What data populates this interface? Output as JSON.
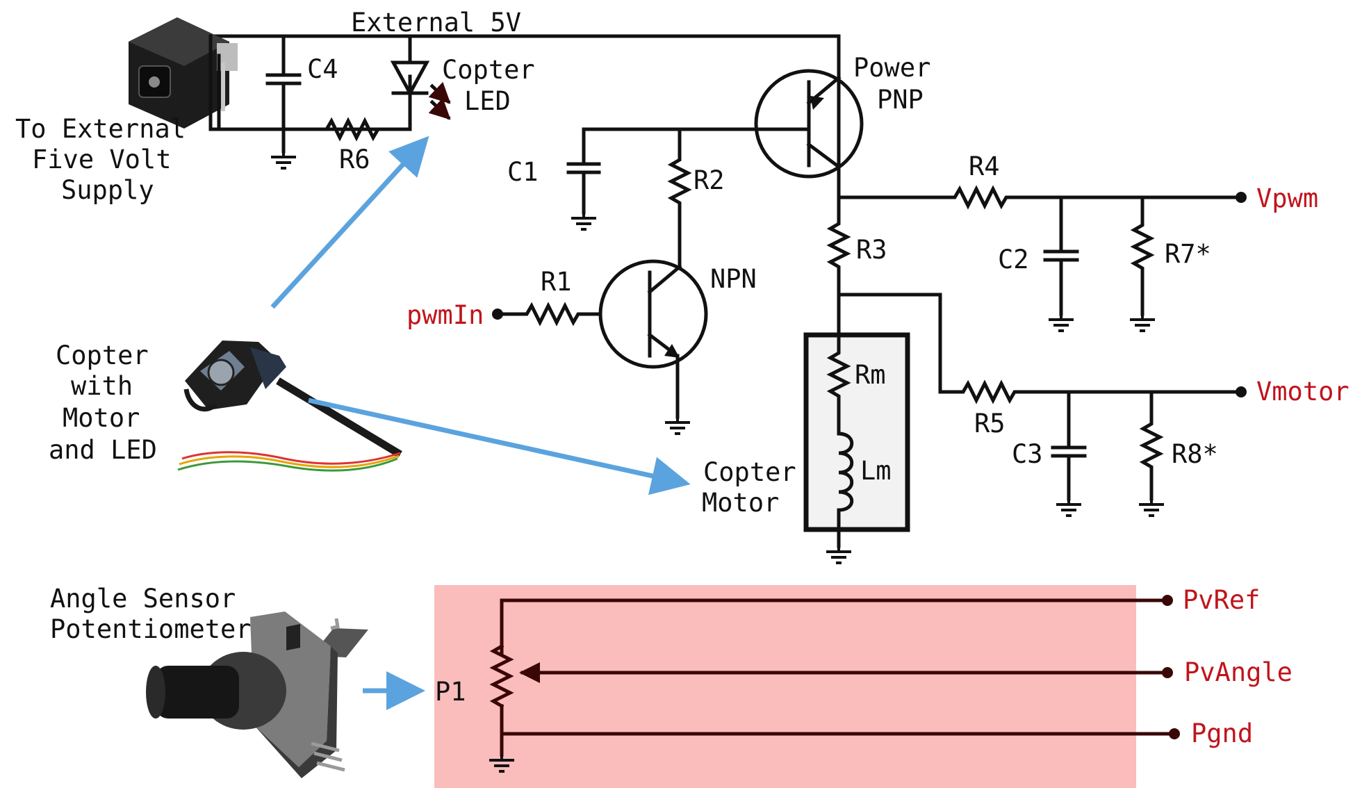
{
  "colors": {
    "wire": "#111111",
    "signal_label": "#c0141c",
    "pointer_arrow": "#5ba3de",
    "pot_panel": "#fbbcbc",
    "pot_wire": "#3a0707",
    "motor_box_fill": "#f2f2f2"
  },
  "labels": {
    "external_5v": "External 5V",
    "copter_led": [
      "Copter",
      "LED"
    ],
    "power_pnp": [
      "Power",
      "PNP"
    ],
    "npn": "NPN",
    "c1": "C1",
    "c2": "C2",
    "c3": "C3",
    "c4": "C4",
    "r1": "R1",
    "r2": "R2",
    "r3": "R3",
    "r4": "R4",
    "r5": "R5",
    "r6": "R6",
    "r7": "R7*",
    "r8": "R8*",
    "rm": "Rm",
    "lm": "Lm",
    "p1": "P1",
    "copter_motor": [
      "Copter",
      "Motor"
    ],
    "supply": [
      "To External",
      "Five Volt",
      "Supply"
    ],
    "copter_with_motor": [
      "Copter",
      "with",
      "Motor",
      "and LED"
    ],
    "angle_sensor": [
      "Angle Sensor",
      "Potentiometer"
    ]
  },
  "signals": {
    "pwm_in": "pwmIn",
    "v_pwm": "Vpwm",
    "v_motor": "Vmotor",
    "pv_ref": "PvRef",
    "pv_angle": "PvAngle",
    "p_gnd": "Pgnd"
  },
  "icons": [
    "dc-barrel-jack-photo",
    "copter-motor-photo",
    "potentiometer-photo",
    "ground-symbol",
    "led-symbol",
    "pnp-transistor-symbol",
    "npn-transistor-symbol",
    "resistor-symbol",
    "capacitor-symbol",
    "inductor-symbol",
    "potentiometer-symbol"
  ]
}
